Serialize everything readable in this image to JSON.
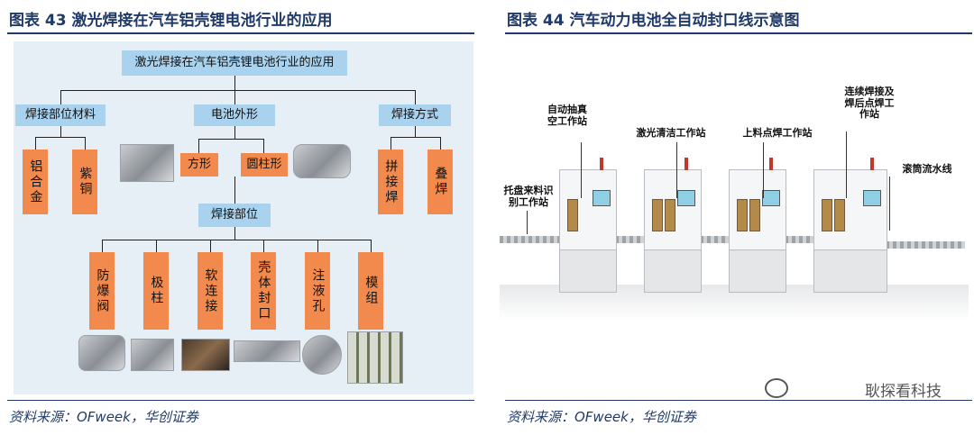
{
  "left": {
    "title": "图表 43  激光焊接在汽车铝壳锂电池行业的应用",
    "source": "资料来源：OFweek，华创证券",
    "diagram": {
      "root": "激光焊接在汽车铝壳锂电池行业的应用",
      "level1": [
        "焊接部位材料",
        "电池外形",
        "焊接方式"
      ],
      "materials": [
        "铝合金",
        "紫铜"
      ],
      "shapes": [
        "方形",
        "圆柱形"
      ],
      "methods": [
        "拼接焊",
        "叠焊"
      ],
      "weld_part_title": "焊接部位",
      "weld_parts": [
        "防爆阀",
        "极柱",
        "软连接",
        "壳体封口",
        "注液孔",
        "模组"
      ]
    }
  },
  "right": {
    "title": "图表 44  汽车动力电池全自动封口线示意图",
    "source": "资料来源：OFweek，华创证券",
    "callouts": {
      "vacuum": "自动抽真空工作站",
      "laser_clean": "激光清洁工作站",
      "spot_weld": "上料点焊工作站",
      "cont_weld": "连续焊接及焊后点焊工作站",
      "roller": "滚筒流水线",
      "tray": "托盘来料识别工作站"
    },
    "watermark": "耿探看科技"
  },
  "colors": {
    "navy": "#1f3a68",
    "box_blue": "#a9d2ee",
    "box_orange": "#f28a4d",
    "diagram_bg": "#e6eef6"
  }
}
